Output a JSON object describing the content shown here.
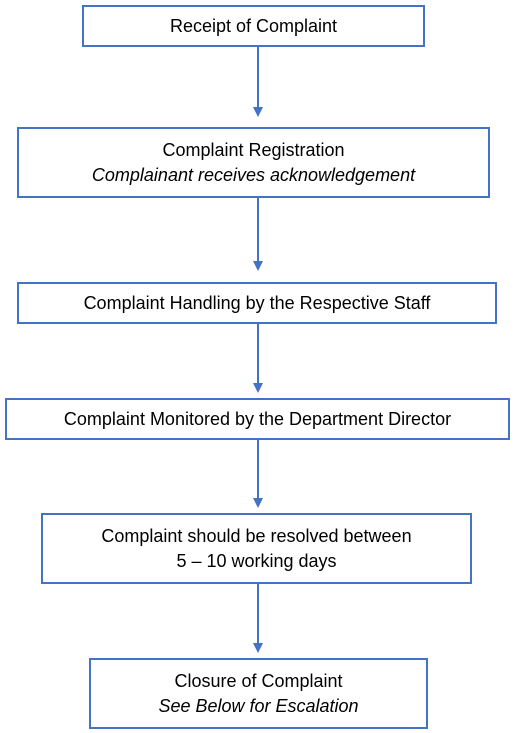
{
  "flowchart": {
    "colors": {
      "stroke": "#4472c4",
      "text": "#000000",
      "background": "#ffffff"
    },
    "steps": [
      {
        "title": "Receipt of Complaint",
        "subtitle": ""
      },
      {
        "title": "Complaint Registration",
        "subtitle": "Complainant receives acknowledgement"
      },
      {
        "title": "Complaint Handling by the Respective Staff",
        "subtitle": ""
      },
      {
        "title": "Complaint Monitored by the Department Director",
        "subtitle": ""
      },
      {
        "title": "Complaint should be resolved between",
        "subtitle": "5 – 10 working days"
      },
      {
        "title": "Closure of Complaint",
        "subtitle": "See Below for Escalation"
      }
    ]
  }
}
